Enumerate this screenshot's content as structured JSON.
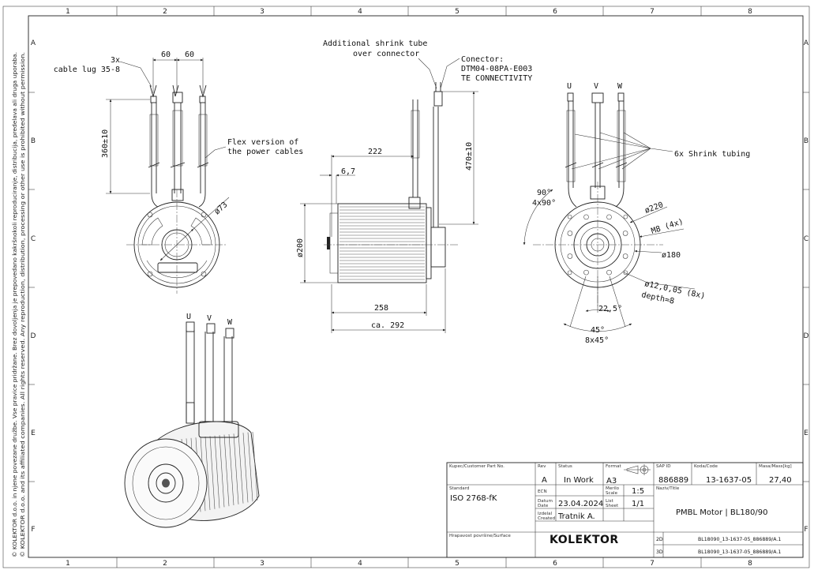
{
  "border": {
    "columns": [
      "1",
      "2",
      "3",
      "4",
      "5",
      "6",
      "7",
      "8"
    ],
    "rows": [
      "A",
      "B",
      "C",
      "D",
      "E",
      "F"
    ]
  },
  "copyright": {
    "line1": "© KOLEKTOR d.o.o. in njene povezane družbe. Vse pravice pridržane. Brez dovoljenja je prepovedano kakršnokoli reproduciranje, distribucija, predelava ali druga uporaba.",
    "line2": "© KOLEKTOR d.o.o. and its affiliated companies. All rights reserved. Any reproduction, distribution, processing or other use is prohibited without permission."
  },
  "annotations": {
    "cable_lug_qty": "3x",
    "cable_lug": "cable lug 35-8",
    "spacing_1": "60",
    "spacing_2": "60",
    "cable_length": "360±10",
    "flex_1": "Flex version of",
    "flex_2": "the power cables",
    "dia_73": "ø73",
    "shrink_tube_1": "Additional shrink tube",
    "shrink_tube_2": "over connector",
    "connector_1": "Conector:",
    "connector_2": "DTM04-08PA-E003",
    "connector_3": "TE CONNECTIVITY",
    "len_222": "222",
    "len_6_7": "6,7",
    "len_470": "470±10",
    "dia_200": "ø200",
    "len_258": "258",
    "len_292": "ca. 292",
    "phase_u": "U",
    "phase_v": "V",
    "phase_w": "W",
    "shrink_6x": "6x Shrink tubing",
    "angle_90": "90°",
    "angle_4x90": "4x90°",
    "dia_220": "ø220",
    "thread_m8": "M8 (4x)",
    "dia_180": "ø180",
    "hole_dia": "ø12,0,05 (8x)",
    "hole_depth": "depth=8",
    "angle_22_5": "22,5°",
    "angle_45": "45°",
    "angle_8x45": "8x45°"
  },
  "title_block": {
    "customer_part_label": "Kupec/Customer Part No.",
    "customer_part_value": "",
    "rev_label": "Rev",
    "rev_value": "A",
    "status_label": "Status",
    "status_value": "In Work",
    "format_label": "Format",
    "format_value": "A3",
    "sap_label": "SAP ID",
    "sap_value": "886889",
    "code_label": "Koda/Code",
    "code_value": "13-1637-05",
    "mass_label": "Masa/Mass[kg]",
    "mass_value": "27,40",
    "standard_label": "Standard",
    "standard_value": "ISO 2768-fK",
    "ecn_label": "ECN",
    "scale_label_1": "Merilo",
    "scale_label_2": "Scale",
    "scale_value": "1:5",
    "title_label": "Naziv/Title",
    "date_label_1": "Datum",
    "date_label_2": "Date",
    "date_value": "23.04.2024",
    "sheet_label_1": "List",
    "sheet_label_2": "Sheet",
    "sheet_value": "1/1",
    "title_value": "PMBL Motor | BL180/90",
    "created_label_1": "Izdelal",
    "created_label_2": "Created",
    "created_value": "Tratnik A.",
    "surface_label": "Hrapavost površine/Surface",
    "logo_text": "KOLEKTOR",
    "file_2d_tag": "2D",
    "file_2d": "BL18090_13-1637-05_886889/A.1",
    "file_3d_tag": "3D",
    "file_3d": "BL18090_13-1637-05_886889/A.1"
  }
}
